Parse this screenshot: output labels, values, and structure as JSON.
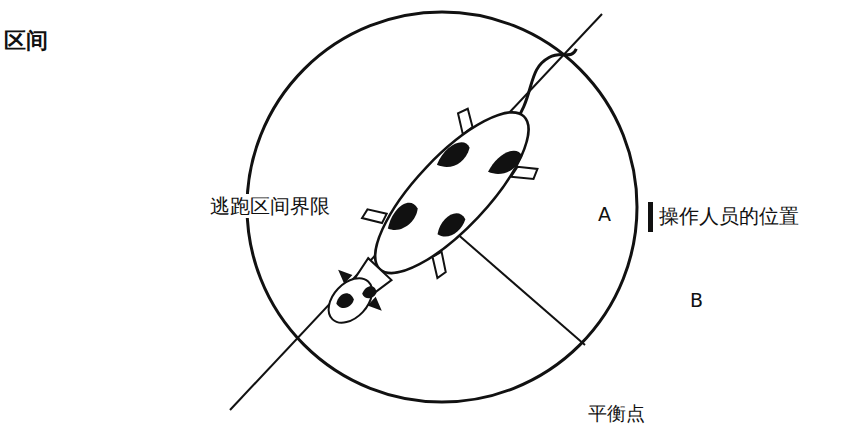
{
  "diagram": {
    "labels": [
      "区间",
      "逃跑区间界限",
      "A",
      "操作人员的位置",
      "B",
      "平衡点"
    ]
  }
}
